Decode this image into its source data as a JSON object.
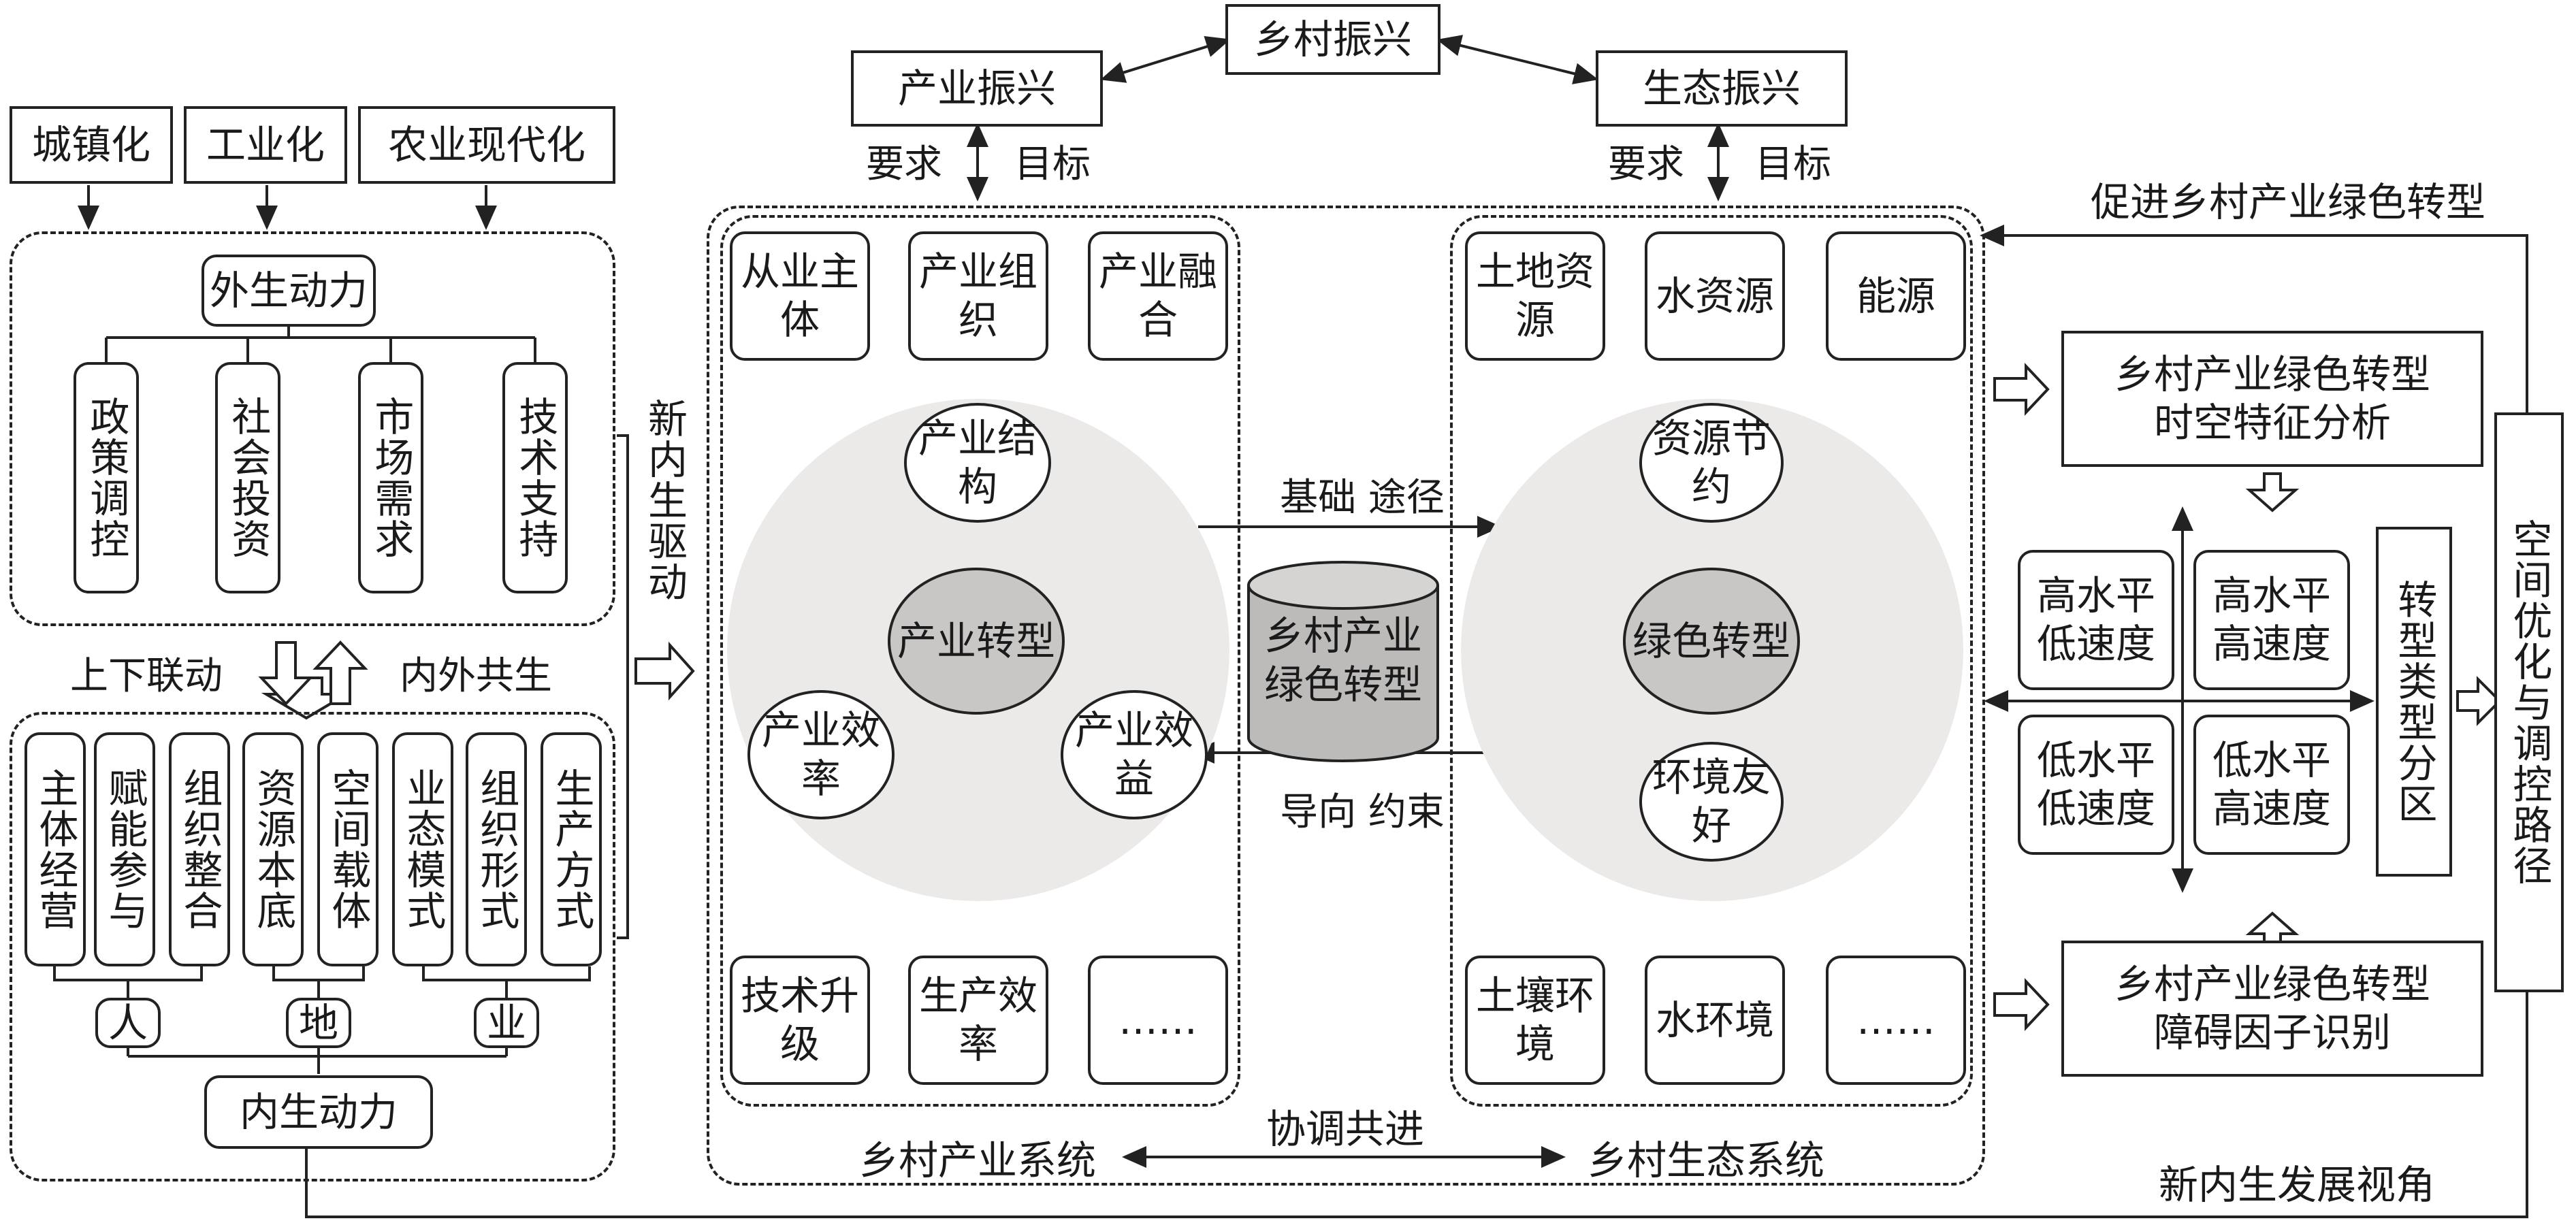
{
  "top": {
    "rural": "乡村振兴",
    "industry_rev": "产业振兴",
    "eco_rev": "生态振兴",
    "req_left": "要求",
    "goal_left": "目标",
    "req_right": "要求",
    "goal_right": "目标"
  },
  "drivers": {
    "urban": "城镇化",
    "industrial": "工业化",
    "agri": "农业现代化"
  },
  "exo": {
    "title": "外生动力",
    "items": [
      "政策调控",
      "社会投资",
      "市场需求",
      "技术支持"
    ]
  },
  "links": {
    "up_down": "上下联动",
    "in_out": "内外共生"
  },
  "endo": {
    "title": "内生动力",
    "items": [
      "主体经营",
      "赋能参与",
      "组织整合",
      "资源本底",
      "空间载体",
      "业态模式",
      "组织形式",
      "生产方式"
    ],
    "groups": [
      "人",
      "地",
      "业"
    ]
  },
  "new_drive": "新内生驱动",
  "industry": {
    "top": [
      "从业主体",
      "产业组织",
      "产业融合"
    ],
    "bottom": [
      "技术升级",
      "生产效率",
      "……"
    ],
    "core": "产业转型",
    "structure": "产业结构",
    "efficiency": "产业效率",
    "benefit": "产业效益",
    "system": "乡村产业系统"
  },
  "eco": {
    "top": [
      "土地资源",
      "水资源",
      "能源"
    ],
    "bottom": [
      "土壤环境",
      "水环境",
      "……"
    ],
    "core": "绿色转型",
    "saving": "资源节约",
    "friendly": "环境友好",
    "system": "乡村生态系统"
  },
  "center": {
    "cylinder": "乡村产业绿色转型",
    "base_path": "基础 途径",
    "guide_constraint": "导向 约束",
    "coevolve": "协调共进"
  },
  "right": {
    "promote": "促进乡村产业绿色转型",
    "analysis": "乡村产业绿色转型时空特征分析",
    "obstacle": "乡村产业绿色转型障碍因子识别",
    "quadrants": [
      "高水平低速度",
      "高水平高速度",
      "低水平低速度",
      "低水平高速度"
    ],
    "zoning": "转型类型分区",
    "path": "空间优化与调控路径",
    "perspective": "新内生发展视角"
  }
}
